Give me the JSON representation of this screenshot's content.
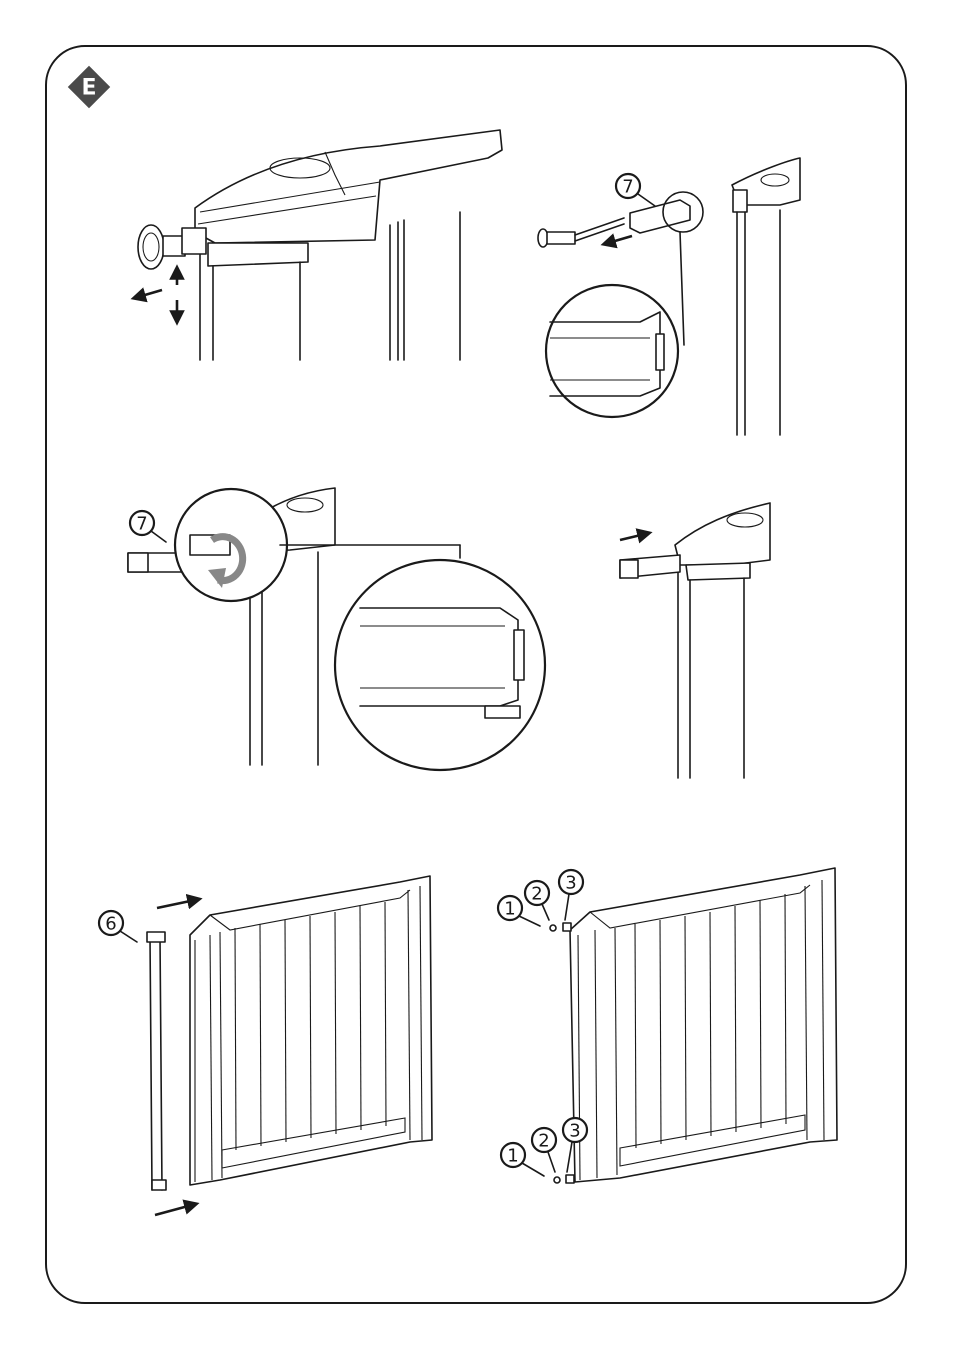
{
  "section_badge": {
    "letter": "E",
    "color": "#4a4a4a"
  },
  "callouts": {
    "part_7_top": "7",
    "part_7_middle": "7",
    "part_6": "6",
    "part_1_top": "1",
    "part_2_top": "2",
    "part_3_top": "3",
    "part_1_bottom": "1",
    "part_2_bottom": "2",
    "part_3_bottom": "3"
  },
  "icons": {
    "rotate": "rotate-arrow-icon",
    "direction": "arrow-icon"
  }
}
